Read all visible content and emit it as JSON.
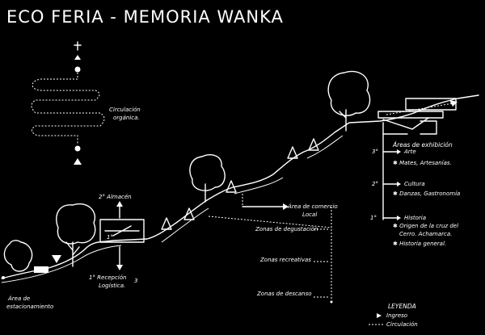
{
  "title": "ECO FERIA - MEMORIA WANKA",
  "circulation_note": [
    "Circulación",
    "orgánica."
  ],
  "labels": {
    "almacen": "2° Almacén",
    "recepcion": [
      "1° Recepción",
      "Logística."
    ],
    "recepcion_num": "3",
    "estacionamiento": [
      "Área de",
      "estacionamiento"
    ],
    "comercio": [
      "Área de comercio",
      "Local"
    ],
    "zona_degustacion": "Zonas de degustación",
    "zona_recreativa": "Zonas recreativas",
    "zona_descanso": "Zonas de descanso"
  },
  "exhibition": {
    "heading": "Áreas de exhibición",
    "items": [
      {
        "num": "3°",
        "name": "Arte",
        "details": [
          "Mates, Artesanías."
        ]
      },
      {
        "num": "2°",
        "name": "Cultura",
        "details": [
          "Danzas, Gastronomía"
        ]
      },
      {
        "num": "1°",
        "name": "Historia",
        "details": [
          "Origen de la cruz del",
          "Cerro. Achamarca.",
          "Historia general."
        ]
      }
    ]
  },
  "legend": {
    "title": "LEYENDA",
    "items": [
      "Ingreso",
      "Circulación"
    ]
  }
}
